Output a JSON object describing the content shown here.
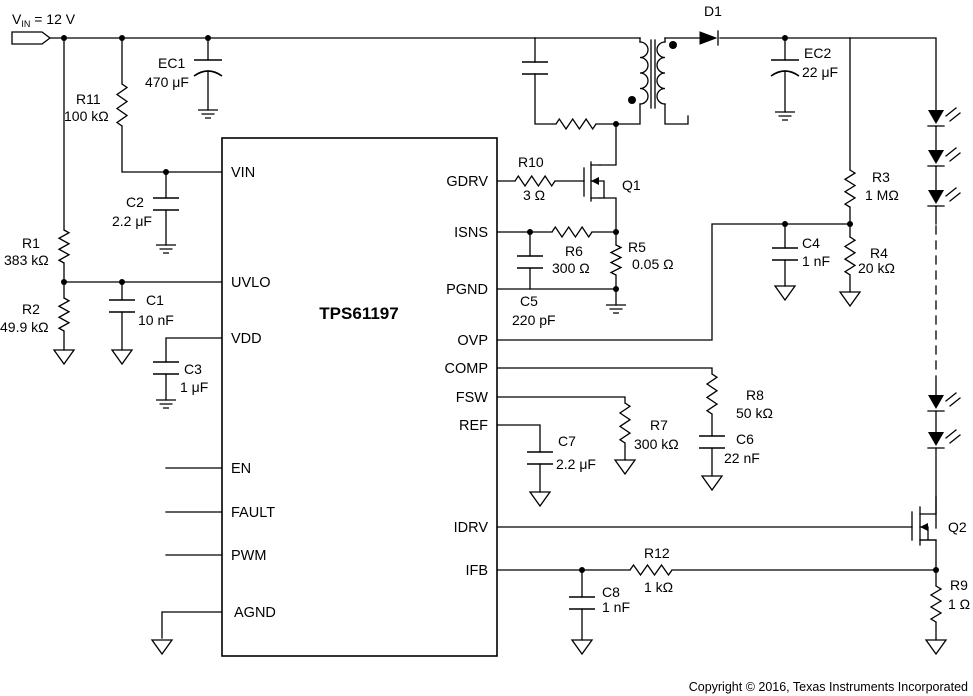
{
  "vin_label": {
    "v": "V",
    "sub": "IN",
    "rest": " = 12 V"
  },
  "ic": {
    "name": "TPS61197",
    "left_pins": [
      "VIN",
      "UVLO",
      "VDD",
      "EN",
      "FAULT",
      "PWM",
      "AGND"
    ],
    "right_pins": [
      "GDRV",
      "ISNS",
      "PGND",
      "OVP",
      "COMP",
      "FSW",
      "REF",
      "IDRV",
      "IFB"
    ]
  },
  "components": [
    {
      "ref": "EC1",
      "value": "470 μF"
    },
    {
      "ref": "R11",
      "value": "100 kΩ"
    },
    {
      "ref": "C2",
      "value": "2.2 μF"
    },
    {
      "ref": "R1",
      "value": "383 kΩ"
    },
    {
      "ref": "R2",
      "value": "49.9 kΩ"
    },
    {
      "ref": "C1",
      "value": "10 nF"
    },
    {
      "ref": "C3",
      "value": "1 μF"
    },
    {
      "ref": "R10",
      "value": "3 Ω"
    },
    {
      "ref": "Q1",
      "value": ""
    },
    {
      "ref": "R6",
      "value": "300 Ω"
    },
    {
      "ref": "R5",
      "value": "0.05 Ω"
    },
    {
      "ref": "C5",
      "value": "220 pF"
    },
    {
      "ref": "D1",
      "value": ""
    },
    {
      "ref": "EC2",
      "value": "22 μF"
    },
    {
      "ref": "R3",
      "value": "1 MΩ"
    },
    {
      "ref": "C4",
      "value": "1 nF"
    },
    {
      "ref": "R4",
      "value": "20 kΩ"
    },
    {
      "ref": "R8",
      "value": "50 kΩ"
    },
    {
      "ref": "C6",
      "value": "22 nF"
    },
    {
      "ref": "R7",
      "value": "300 kΩ"
    },
    {
      "ref": "C7",
      "value": "2.2 μF"
    },
    {
      "ref": "Q2",
      "value": ""
    },
    {
      "ref": "R12",
      "value": "1 kΩ"
    },
    {
      "ref": "C8",
      "value": "1 nF"
    },
    {
      "ref": "R9",
      "value": "1 Ω"
    }
  ],
  "copyright": "Copyright © 2016, Texas Instruments Incorporated"
}
